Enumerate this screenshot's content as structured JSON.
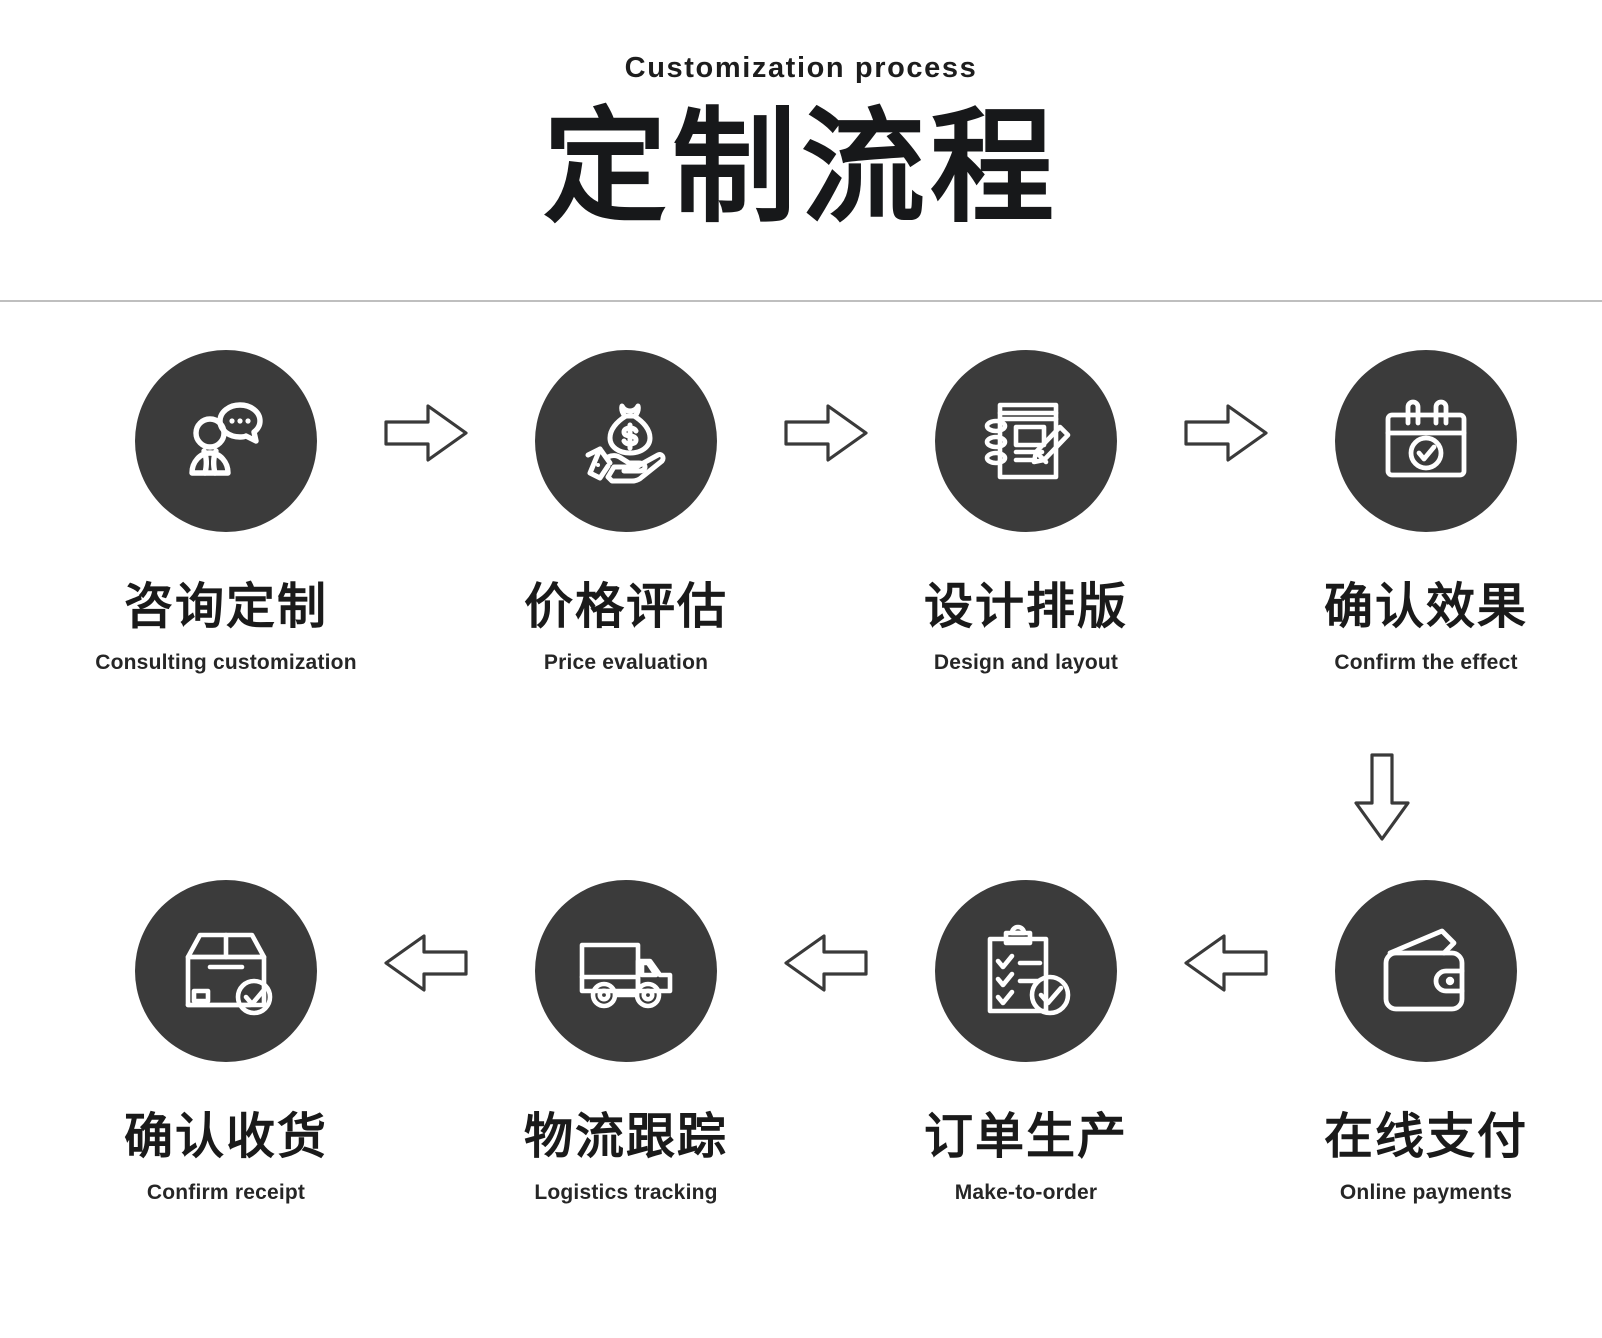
{
  "header": {
    "eyebrow": "Customization process",
    "title": "定制流程"
  },
  "colors": {
    "icon_circle_bg": "#3b3b3b",
    "icon_stroke": "#ffffff",
    "text": "#1a1a1a",
    "divider": "#bfbfbf",
    "arrow_stroke": "#3a3a3a",
    "page_bg": "#ffffff"
  },
  "flow": {
    "row1": {
      "direction": "left-to-right",
      "connector_icon": "arrow-right-icon",
      "steps": [
        {
          "index": 1,
          "icon": "consulting-person-chat-icon",
          "title": "咨询定制",
          "subtitle": "Consulting customization"
        },
        {
          "index": 2,
          "icon": "hand-holding-money-bag-icon",
          "title": "价格评估",
          "subtitle": "Price evaluation"
        },
        {
          "index": 3,
          "icon": "notebook-pencil-icon",
          "title": "设计排版",
          "subtitle": "Design and layout"
        },
        {
          "index": 4,
          "icon": "calendar-check-icon",
          "title": "确认效果",
          "subtitle": "Confirm the effect"
        }
      ]
    },
    "connector_vertical": {
      "icon": "arrow-down-icon",
      "from_step": 4,
      "to_step": 5
    },
    "row2": {
      "direction": "right-to-left",
      "connector_icon": "arrow-left-icon",
      "steps": [
        {
          "index": 8,
          "icon": "package-box-check-icon",
          "title": "确认收货",
          "subtitle": "Confirm receipt"
        },
        {
          "index": 7,
          "icon": "delivery-truck-icon",
          "title": "物流跟踪",
          "subtitle": "Logistics tracking"
        },
        {
          "index": 6,
          "icon": "clipboard-checklist-check-icon",
          "title": "订单生产",
          "subtitle": "Make-to-order"
        },
        {
          "index": 5,
          "icon": "wallet-icon",
          "title": "在线支付",
          "subtitle": "Online payments"
        }
      ]
    }
  }
}
